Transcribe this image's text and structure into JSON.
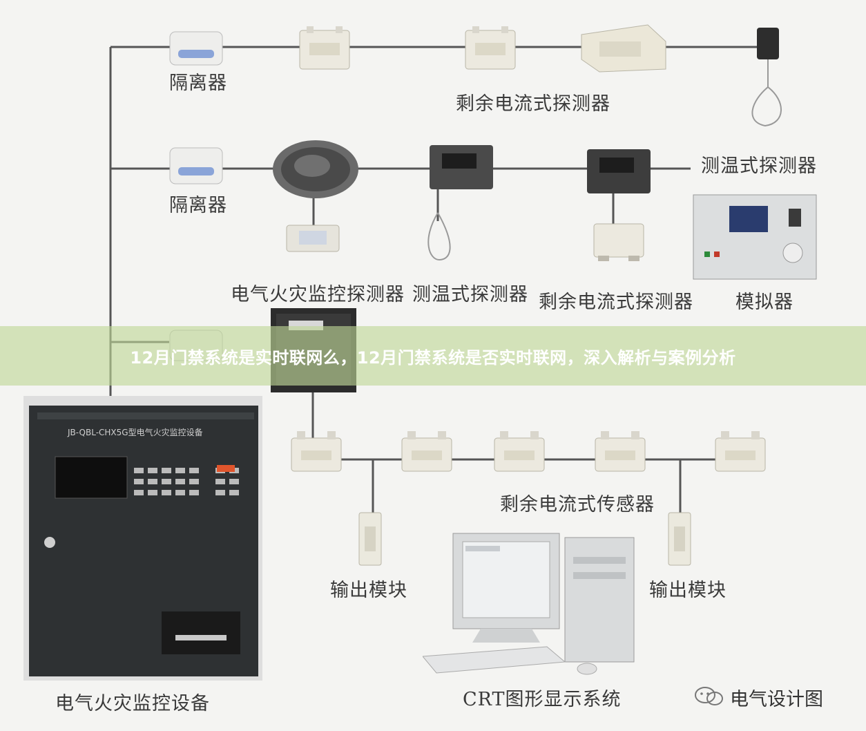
{
  "labels": {
    "isolator_1": "隔离器",
    "isolator_2": "隔离器",
    "residual_current_detector_top": "剩余电流式探测器",
    "temperature_detector_right": "测温式探测器",
    "electrical_fire_monitoring_detector": "电气火灾监控探测器",
    "temperature_detector_mid": "测温式探测器",
    "residual_current_detector_mid": "剩余电流式探测器",
    "simulator": "模拟器",
    "residual_current_sensor": "剩余电流式传感器",
    "output_module_left": "输出模块",
    "output_module_right": "输出模块",
    "monitoring_equipment": "电气火灾监控设备",
    "crt_system": "CRT图形显示系统",
    "panel_model": "JB-QBL-CHX5G型电气火灾监控设备"
  },
  "banner": {
    "title": "12月门禁系统是实时联网么，12月门禁系统是否实时联网，深入解析与案例分析",
    "background": "#bed696"
  },
  "watermark": {
    "text": "电气设计图",
    "icon": "wechat-icon"
  },
  "colors": {
    "line": "#555555",
    "panel": "#2e3133",
    "device_body": "#ece9df"
  }
}
